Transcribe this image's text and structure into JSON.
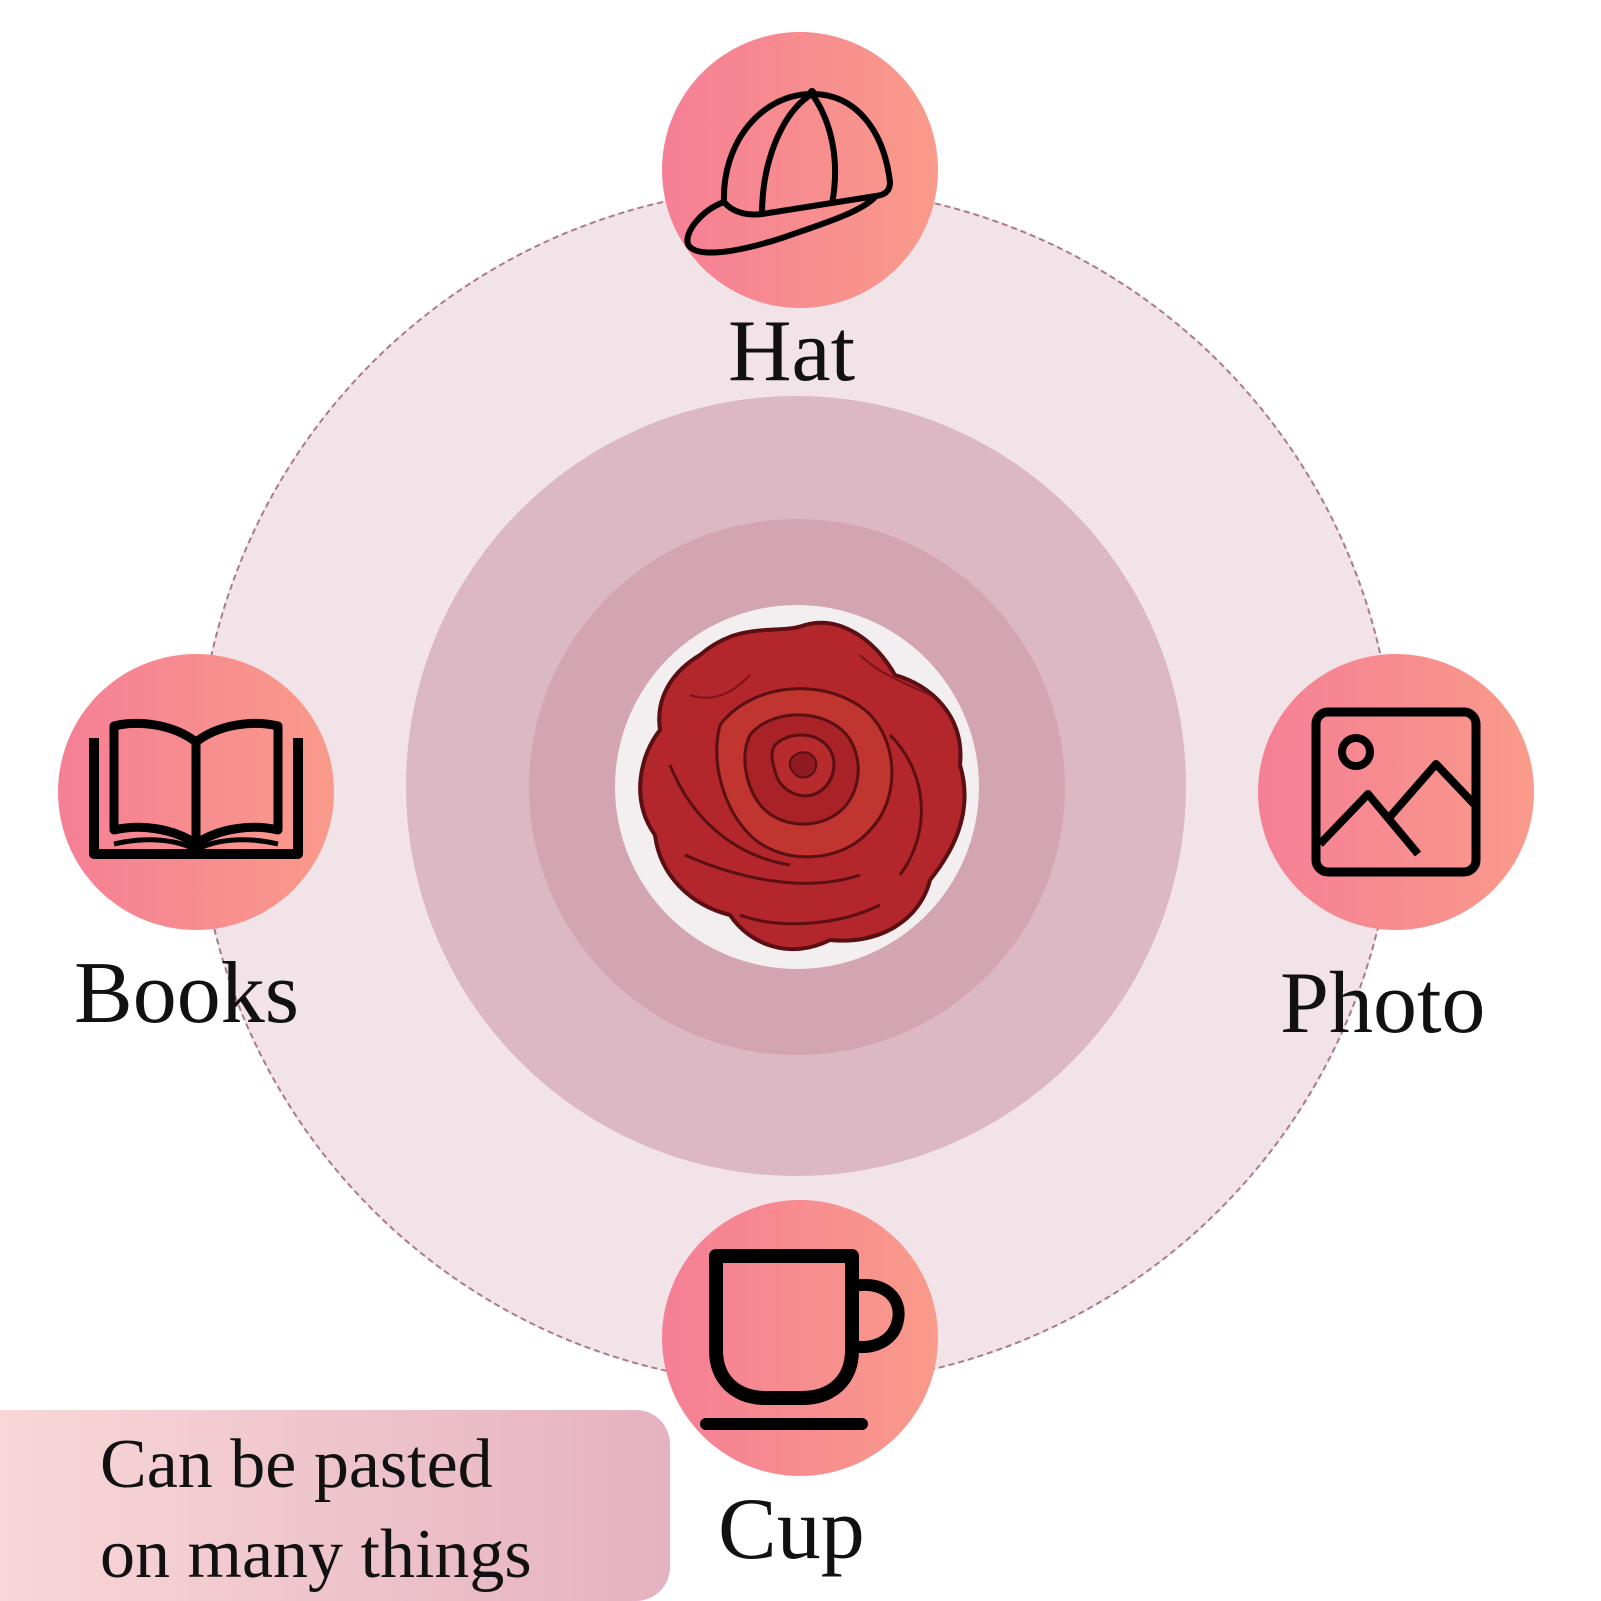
{
  "colors": {
    "outer_ring": "#f1e3e8",
    "ring_dash": "#a87a8a",
    "mid_ring": "#dcb7c4",
    "inner_ring": "#d3a5b3",
    "node_gradient_start": "#f57f95",
    "node_gradient_end": "#f99a8a",
    "rose_red": "#b3262b",
    "note_gradient_start": "#f8d7d8",
    "note_gradient_end": "#e5b2c0"
  },
  "center": {
    "icon": "rose-illustration"
  },
  "items": {
    "hat": {
      "label": "Hat",
      "icon": "cap-icon"
    },
    "photo": {
      "label": "Photo",
      "icon": "image-icon"
    },
    "books": {
      "label": "Books",
      "icon": "open-book-icon"
    },
    "cup": {
      "label": "Cup",
      "icon": "mug-icon"
    }
  },
  "note": {
    "line1": "Can be pasted",
    "line2": "on many things"
  }
}
